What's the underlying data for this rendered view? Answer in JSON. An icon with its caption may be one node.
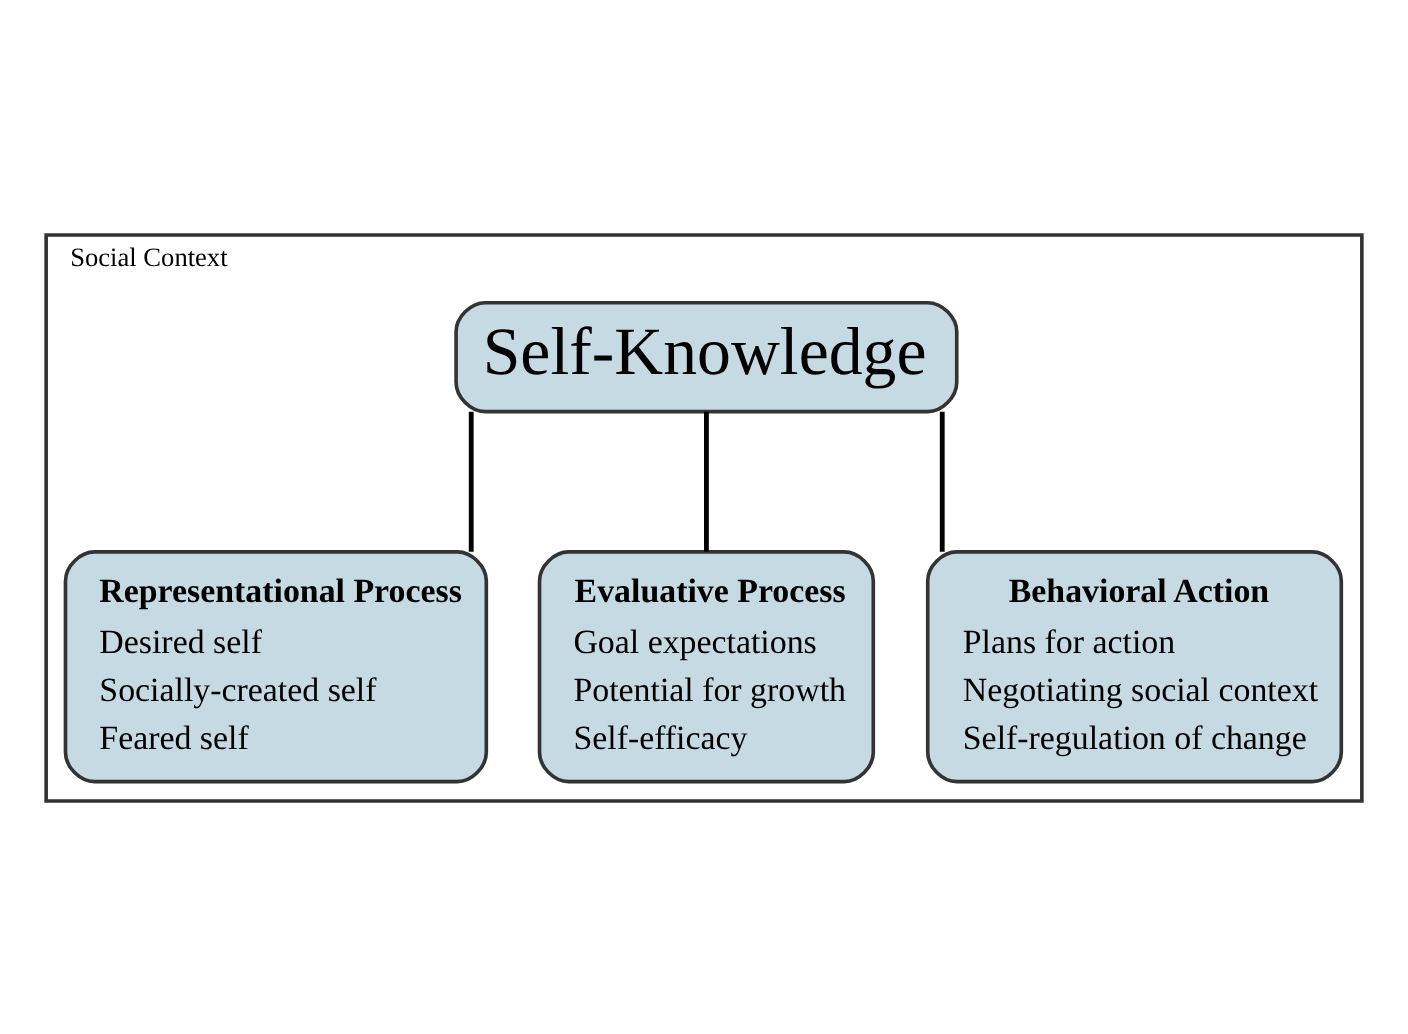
{
  "diagram": {
    "nodes": [
      {
        "text": [
          "Social Context"
        ]
      },
      {
        "text": [
          "Self-Knowledge"
        ],
        "in": 0
      },
      {
        "text": [
          "Representational Process",
          "Desired self",
          "Socially-created self",
          "Feared self"
        ],
        "in": 0
      },
      {
        "text": [
          "Evaluative Process",
          "Goal expectations",
          "Potential for growth",
          "Self-efficacy"
        ],
        "in": 0
      },
      {
        "text": [
          "Behavioral Action",
          "Plans for action",
          "Negotiating social context",
          "Self-regulation of change"
        ],
        "in": 0
      }
    ],
    "edges": [
      {
        "from": 1,
        "to": 2,
        "arrow": "none"
      },
      {
        "from": 1,
        "to": 3,
        "arrow": "none"
      },
      {
        "from": 1,
        "to": 4,
        "arrow": "none"
      }
    ]
  }
}
